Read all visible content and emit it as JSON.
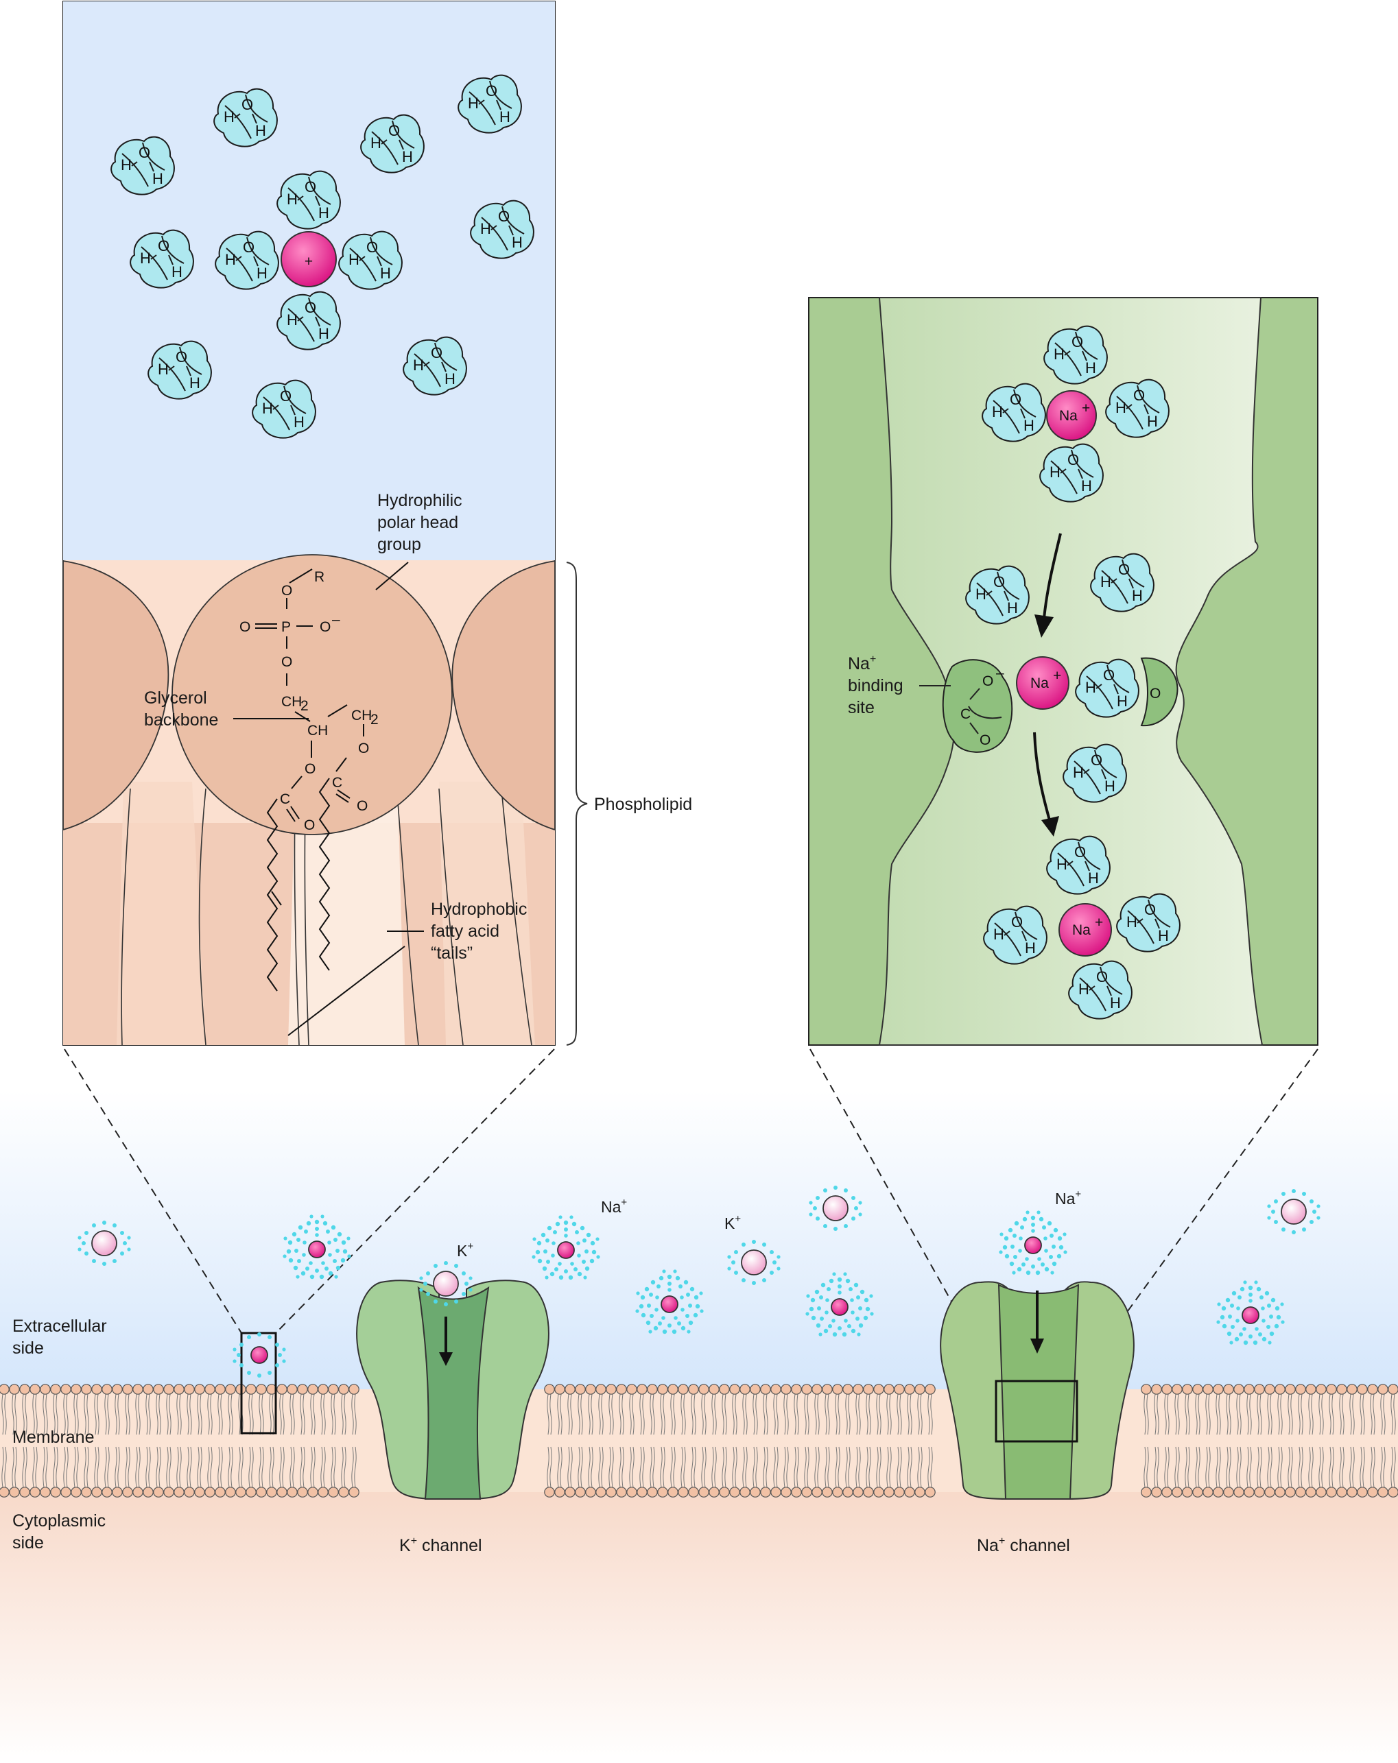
{
  "colors": {
    "water": "#aee8ef",
    "ion": "#e61e8c",
    "ion_light": "#f5bfdc",
    "channel_green": "#9cc78c",
    "pore_green": "#69a96a",
    "lipid_head": "#e8b89c",
    "extracellular_blue": "#dbe9fb",
    "cytoplasm_peach": "#fbe8dc"
  },
  "labels": {
    "hydrophilic": [
      "Hydrophilic",
      "polar head",
      "group"
    ],
    "glycerol": [
      "Glycerol",
      "backbone"
    ],
    "hydrophobic": [
      "Hydrophobic",
      "fatty acid",
      "“tails”"
    ],
    "phospholipid": "Phospholipid",
    "na_binding": [
      "Na",
      "+",
      "binding",
      "site"
    ],
    "extracellular": [
      "Extracellular",
      "side"
    ],
    "membrane": "Membrane",
    "cytoplasmic": [
      "Cytoplasmic",
      "side"
    ],
    "k_channel": [
      "K",
      "+",
      " channel"
    ],
    "na_channel": [
      "Na",
      "+",
      " channel"
    ],
    "na_ion_top": [
      "Na",
      "+"
    ],
    "k_ion": [
      "K",
      "+"
    ],
    "na_ion_right": [
      "Na",
      "+"
    ],
    "k_over_channel": [
      "K",
      "+"
    ]
  },
  "chem": {
    "R": "R",
    "O": "O",
    "O_minus": "O",
    "minus": "–",
    "P": "P",
    "CH2": "CH",
    "sub2": "2",
    "CH": "CH",
    "C": "C",
    "H": "H",
    "plus": "+",
    "Na": "Na",
    "plus_sup": "+"
  }
}
